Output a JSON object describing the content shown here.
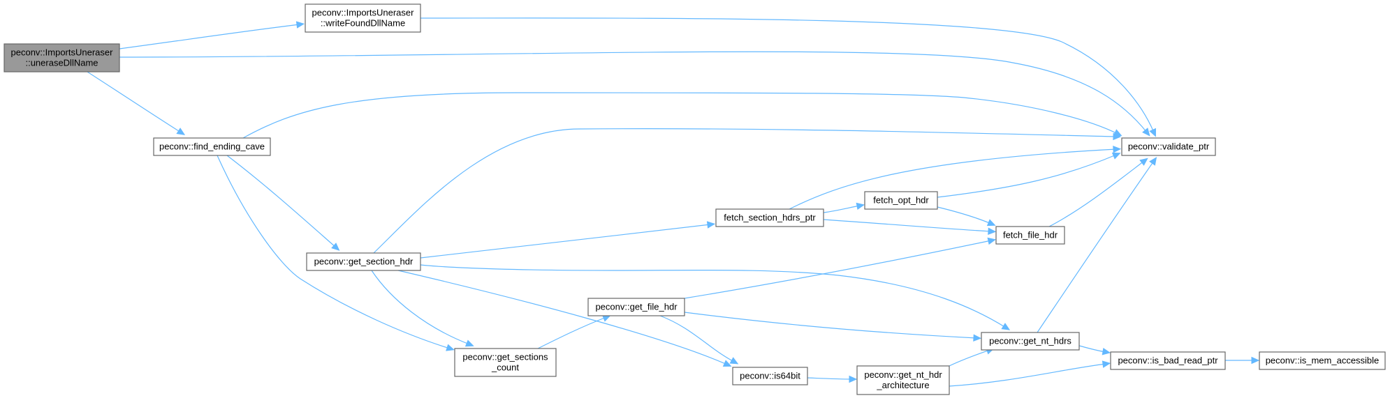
{
  "colors": {
    "edge": "#63b8ff",
    "root_fill": "#999999",
    "node_fill": "#ffffff",
    "node_border": "#666666"
  },
  "nodes": [
    {
      "id": "uneraseDllName",
      "lines": [
        "peconv::ImportsUneraser",
        "::uneraseDllName"
      ],
      "root": true
    },
    {
      "id": "writeFoundDllName",
      "lines": [
        "peconv::ImportsUneraser",
        "::writeFoundDllName"
      ]
    },
    {
      "id": "find_ending_cave",
      "lines": [
        "peconv::find_ending_cave"
      ]
    },
    {
      "id": "validate_ptr",
      "lines": [
        "peconv::validate_ptr"
      ]
    },
    {
      "id": "get_section_hdr",
      "lines": [
        "peconv::get_section_hdr"
      ]
    },
    {
      "id": "fetch_section_hdrs_ptr",
      "lines": [
        "fetch_section_hdrs_ptr"
      ]
    },
    {
      "id": "fetch_opt_hdr",
      "lines": [
        "fetch_opt_hdr"
      ]
    },
    {
      "id": "fetch_file_hdr",
      "lines": [
        "fetch_file_hdr"
      ]
    },
    {
      "id": "get_file_hdr",
      "lines": [
        "peconv::get_file_hdr"
      ]
    },
    {
      "id": "get_sections_count",
      "lines": [
        "peconv::get_sections",
        "_count"
      ]
    },
    {
      "id": "get_nt_hdrs",
      "lines": [
        "peconv::get_nt_hdrs"
      ]
    },
    {
      "id": "is64bit",
      "lines": [
        "peconv::is64bit"
      ]
    },
    {
      "id": "get_nt_hdr_architecture",
      "lines": [
        "peconv::get_nt_hdr",
        "_architecture"
      ]
    },
    {
      "id": "is_bad_read_ptr",
      "lines": [
        "peconv::is_bad_read_ptr"
      ]
    },
    {
      "id": "is_mem_accessible",
      "lines": [
        "peconv::is_mem_accessible"
      ]
    }
  ],
  "edges": [
    {
      "from": "uneraseDllName",
      "to": "writeFoundDllName"
    },
    {
      "from": "uneraseDllName",
      "to": "validate_ptr"
    },
    {
      "from": "uneraseDllName",
      "to": "find_ending_cave"
    },
    {
      "from": "writeFoundDllName",
      "to": "validate_ptr"
    },
    {
      "from": "find_ending_cave",
      "to": "validate_ptr"
    },
    {
      "from": "find_ending_cave",
      "to": "get_section_hdr"
    },
    {
      "from": "find_ending_cave",
      "to": "get_sections_count"
    },
    {
      "from": "get_section_hdr",
      "to": "validate_ptr"
    },
    {
      "from": "get_section_hdr",
      "to": "fetch_section_hdrs_ptr"
    },
    {
      "from": "get_section_hdr",
      "to": "get_nt_hdrs"
    },
    {
      "from": "get_section_hdr",
      "to": "get_sections_count"
    },
    {
      "from": "get_section_hdr",
      "to": "is64bit"
    },
    {
      "from": "fetch_section_hdrs_ptr",
      "to": "validate_ptr"
    },
    {
      "from": "fetch_section_hdrs_ptr",
      "to": "fetch_opt_hdr"
    },
    {
      "from": "fetch_section_hdrs_ptr",
      "to": "fetch_file_hdr"
    },
    {
      "from": "fetch_opt_hdr",
      "to": "validate_ptr"
    },
    {
      "from": "fetch_opt_hdr",
      "to": "fetch_file_hdr"
    },
    {
      "from": "fetch_file_hdr",
      "to": "validate_ptr"
    },
    {
      "from": "get_sections_count",
      "to": "get_file_hdr"
    },
    {
      "from": "get_file_hdr",
      "to": "fetch_file_hdr"
    },
    {
      "from": "get_file_hdr",
      "to": "get_nt_hdrs"
    },
    {
      "from": "get_file_hdr",
      "to": "is64bit"
    },
    {
      "from": "get_nt_hdrs",
      "to": "validate_ptr"
    },
    {
      "from": "get_nt_hdrs",
      "to": "is_bad_read_ptr"
    },
    {
      "from": "is64bit",
      "to": "get_nt_hdr_architecture"
    },
    {
      "from": "get_nt_hdr_architecture",
      "to": "get_nt_hdrs"
    },
    {
      "from": "get_nt_hdr_architecture",
      "to": "is_bad_read_ptr"
    },
    {
      "from": "is_bad_read_ptr",
      "to": "is_mem_accessible"
    }
  ]
}
